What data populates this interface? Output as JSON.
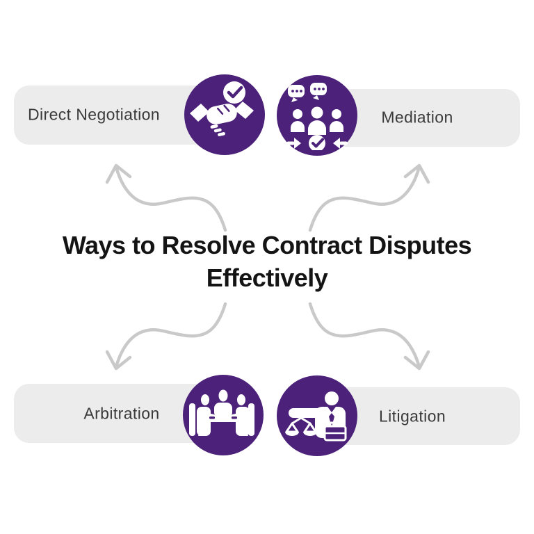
{
  "title": {
    "line1": "Ways to Resolve Contract Disputes",
    "line2": "Effectively"
  },
  "items": [
    {
      "id": "direct-negotiation",
      "label": "Direct Negotiation",
      "icon": "handshake-check-icon",
      "position": "top-left"
    },
    {
      "id": "mediation",
      "label": "Mediation",
      "icon": "mediation-group-chat-icon",
      "position": "top-right"
    },
    {
      "id": "arbitration",
      "label": "Arbitration",
      "icon": "arbitration-meeting-table-icon",
      "position": "bottom-left"
    },
    {
      "id": "litigation",
      "label": "Litigation",
      "icon": "lawyer-scales-icon",
      "position": "bottom-right"
    }
  ],
  "colors": {
    "accent_purple": "#4b2179",
    "pill_gray": "#ececec",
    "arrow_gray": "#c9c9c9",
    "label_text": "#3a3a3a",
    "title_text": "#141414",
    "icon_white": "#ffffff"
  }
}
